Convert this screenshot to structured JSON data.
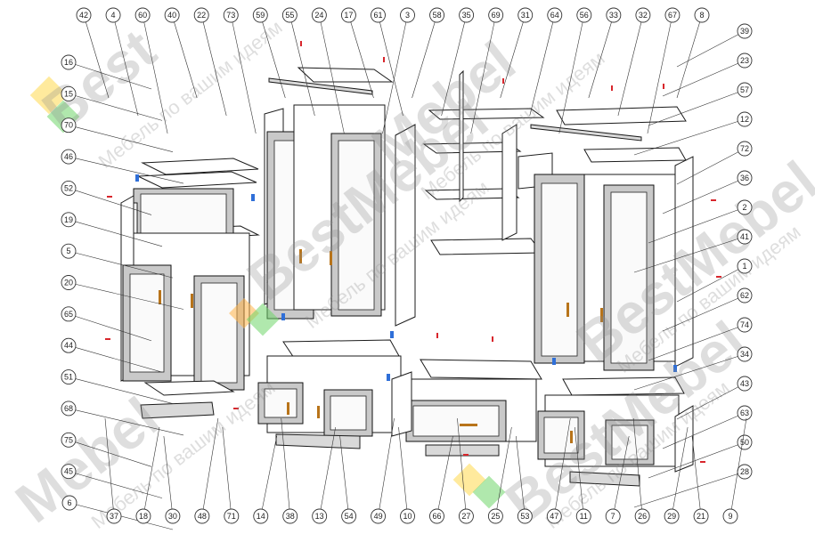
{
  "watermark": {
    "brand": "BestMebel",
    "brand_split": [
      "Best",
      "Mebel"
    ],
    "tagline": "Мебель по вашим идеям",
    "colors": {
      "yellow": "#ffd84d",
      "green": "#6fd66a",
      "orange": "#ffb347"
    }
  },
  "callouts": {
    "top": [
      "42",
      "4",
      "60",
      "40",
      "22",
      "73",
      "59",
      "55",
      "24",
      "17",
      "61",
      "3",
      "58",
      "35",
      "69",
      "31",
      "64",
      "56",
      "33",
      "32",
      "67",
      "8"
    ],
    "left": [
      "16",
      "15",
      "70",
      "46",
      "52",
      "19",
      "5",
      "20",
      "65",
      "44",
      "51",
      "68",
      "75",
      "45",
      "6"
    ],
    "right": [
      "39",
      "23",
      "57",
      "12",
      "72",
      "36",
      "2",
      "41",
      "1",
      "62",
      "74",
      "34",
      "43",
      "63",
      "50",
      "28"
    ],
    "bottom": [
      "37",
      "18",
      "30",
      "48",
      "71",
      "14",
      "38",
      "13",
      "54",
      "49",
      "10",
      "66",
      "27",
      "25",
      "53",
      "47",
      "11",
      "7",
      "26",
      "29",
      "21",
      "9"
    ]
  },
  "colors": {
    "line": "#1b1b1b",
    "hardware_red": "#d8262c",
    "hardware_blue": "#2f6fd8",
    "handle": "#b8741a"
  }
}
